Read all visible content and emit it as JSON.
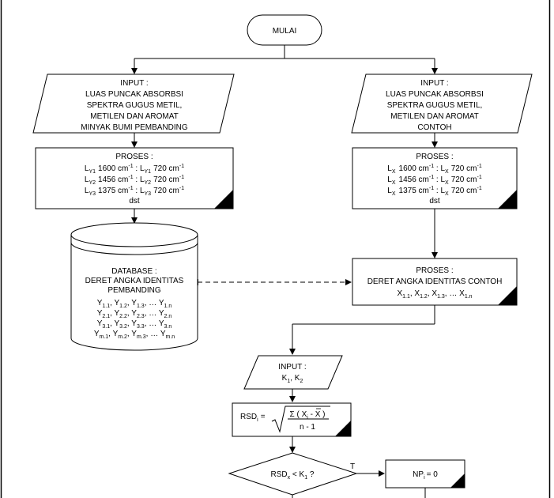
{
  "start": {
    "label": "MULAI"
  },
  "input_left": {
    "lines": [
      "INPUT :",
      "LUAS PUNCAK ABSORBSI",
      "SPEKTRA GUGUS METIL,",
      "METILEN DAN AROMAT",
      "MINYAK BUMI PEMBANDING"
    ]
  },
  "input_right": {
    "lines": [
      "INPUT :",
      "LUAS PUNCAK ABSORBSI",
      "SPEKTRA GUGUS METIL,",
      "METILEN DAN AROMAT",
      "CONTOH"
    ]
  },
  "process_left": {
    "title": "PROSES :",
    "rows": [
      {
        "a_main": "L",
        "a_sub": "Y1",
        "w1": "1600 cm",
        "b_main": "L",
        "b_sub": "Y1",
        "w2": "720 cm",
        "sup": "-1"
      },
      {
        "a_main": "L",
        "a_sub": "Y2",
        "w1": "1456 cm",
        "b_main": "L",
        "b_sub": "Y2",
        "w2": "720 cm",
        "sup": "-1"
      },
      {
        "a_main": "L",
        "a_sub": "Y3",
        "w1": "1375 cm",
        "b_main": "L",
        "b_sub": "Y3",
        "w2": "720 cm",
        "sup": "-1"
      }
    ],
    "footer": "dst"
  },
  "process_right": {
    "title": "PROSES :",
    "rows": [
      {
        "a_main": "L",
        "a_sub": "X",
        "w1": "1600 cm",
        "b_main": "L",
        "b_sub": "X",
        "w2": "720 cm",
        "sup": "-1"
      },
      {
        "a_main": "L",
        "a_sub": "X",
        "w1": "1456 cm",
        "b_main": "L",
        "b_sub": "X",
        "w2": "720 cm",
        "sup": "-1"
      },
      {
        "a_main": "L",
        "a_sub": "X",
        "w1": "1375 cm",
        "b_main": "L",
        "b_sub": "X",
        "w2": "720 cm",
        "sup": "-1"
      }
    ],
    "footer": "dst"
  },
  "database": {
    "lines": [
      "DATABASE :",
      "DERET ANGKA IDENTITAS",
      "PEMBANDING"
    ],
    "matrix": [
      [
        {
          "m": "Y",
          "s": "1.1"
        },
        {
          "m": "Y",
          "s": "1.2"
        },
        {
          "m": "Y",
          "s": "1.3"
        },
        {
          "m": "Y",
          "s": "1.n"
        }
      ],
      [
        {
          "m": "Y",
          "s": "2.1"
        },
        {
          "m": "Y",
          "s": "2.2"
        },
        {
          "m": "Y",
          "s": "2.3"
        },
        {
          "m": "Y",
          "s": "2.n"
        }
      ],
      [
        {
          "m": "Y",
          "s": "3.1"
        },
        {
          "m": "Y",
          "s": "3.2"
        },
        {
          "m": "Y",
          "s": "3.3"
        },
        {
          "m": "Y",
          "s": "3.n"
        }
      ],
      [
        {
          "m": "Y",
          "s": "m.1"
        },
        {
          "m": "Y",
          "s": "m.2"
        },
        {
          "m": "Y",
          "s": "m.3"
        },
        {
          "m": "Y",
          "s": "m.n"
        }
      ]
    ],
    "ellipsis": "…"
  },
  "process_id": {
    "lines": [
      "PROSES :",
      "DERET ANGKA IDENTITAS CONTOH"
    ],
    "seq": [
      {
        "m": "X",
        "s": "1.1"
      },
      {
        "m": "X",
        "s": "1.2"
      },
      {
        "m": "X",
        "s": "1.3"
      },
      {
        "m": "X",
        "s": "1.n"
      }
    ],
    "ellipsis": "…"
  },
  "input_k": {
    "line1": "INPUT :",
    "k": [
      {
        "m": "K",
        "s": "1"
      },
      {
        "m": "K",
        "s": "2"
      }
    ]
  },
  "rsd": {
    "lhs_main": "RSD",
    "lhs_sub": "i",
    "eq": "=",
    "num_sigma": "Σ",
    "num_open": "( X",
    "num_sub": "i",
    "num_minus": "- ",
    "num_xbar": "X",
    "num_close": ")",
    "den": "n - 1"
  },
  "decision": {
    "main": "RSD",
    "sub": "x",
    "op": "< K",
    "k_sub": "1",
    "q": "?"
  },
  "branch_true": {
    "label": "T"
  },
  "np": {
    "main": "NP",
    "sub": "i",
    "rest": "= 0"
  }
}
